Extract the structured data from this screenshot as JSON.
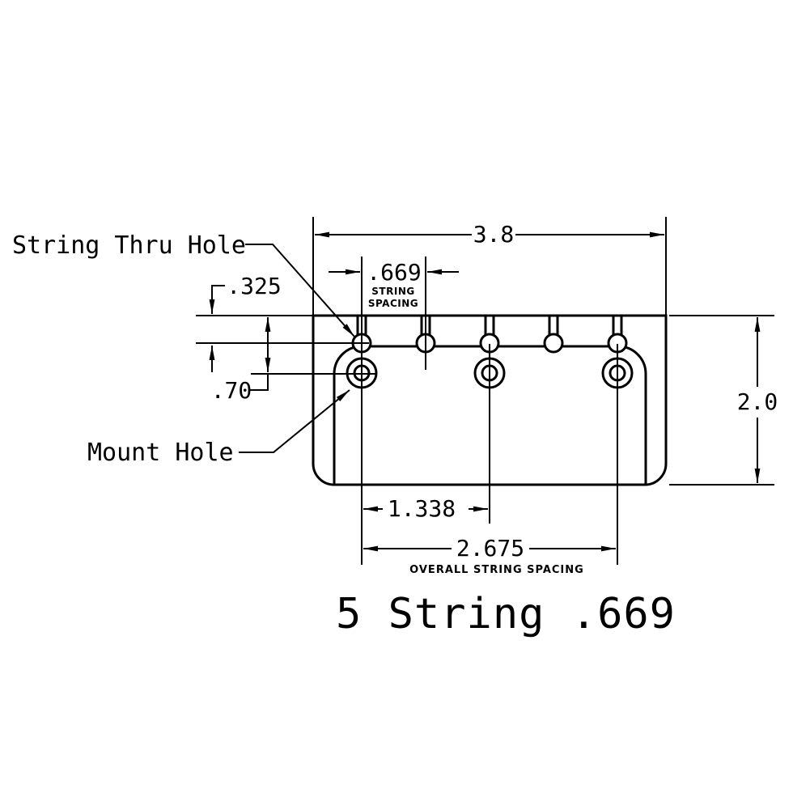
{
  "page": {
    "background": "#ffffff",
    "line_color": "#000000"
  },
  "annotations": {
    "string_thru_hole_label": "String Thru Hole",
    "mount_hole_label": "Mount Hole"
  },
  "dimensions": {
    "plate_width": "3.8",
    "string_spacing_value": ".669",
    "string_spacing_caption_top": "STRING",
    "string_spacing_caption_bottom": "SPACING",
    "string_hole_offset": ".325",
    "mount_hole_offset": ".70",
    "plate_height": "2.0",
    "half_string_span": "1.338",
    "overall_string_span": "2.675",
    "overall_span_caption": "OVERALL STRING SPACING"
  },
  "title": {
    "text": "5 String .669"
  }
}
